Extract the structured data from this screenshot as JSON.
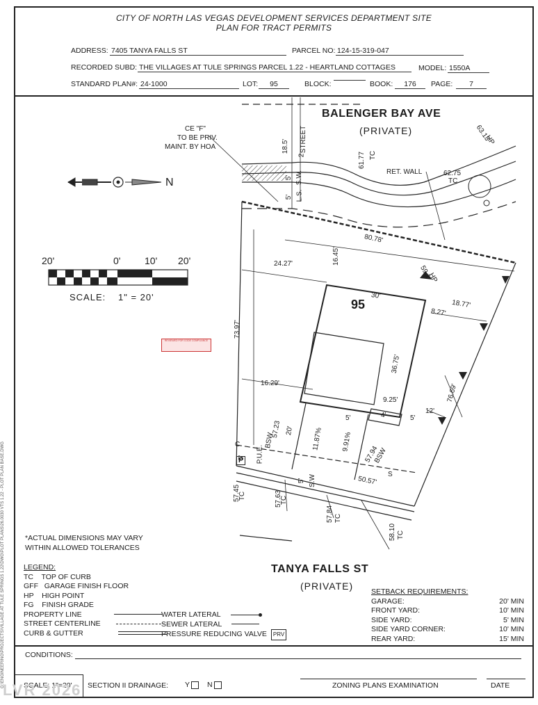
{
  "header": {
    "title_line1": "CITY OF NORTH LAS VEGAS DEVELOPMENT SERVICES DEPARTMENT SITE",
    "title_line2": "PLAN FOR TRACT PERMITS",
    "address_label": "ADDRESS:",
    "address": "7405 TANYA FALLS ST",
    "parcel_label": "PARCEL NO:",
    "parcel": "124-15-319-047",
    "subd_label": "RECORDED SUBD:",
    "subd": "THE VILLAGES AT TULE SPRINGS PARCEL 1.22 - HEARTLAND COTTAGES",
    "model_label": "MODEL:",
    "model": "1550A",
    "plan_label": "STANDARD PLAN#:",
    "plan": "24-1000",
    "lot_label": "LOT:",
    "lot": "95",
    "block_label": "BLOCK:",
    "block": "",
    "book_label": "BOOK:",
    "book": "176",
    "page_label": "PAGE:",
    "page": "7"
  },
  "site": {
    "north_street": "BALENGER BAY AVE",
    "north_private": "(PRIVATE)",
    "south_street": "TANYA FALLS ST",
    "south_private": "(PRIVATE)",
    "lot_number": "95",
    "ce_note_1": "CE \"F\"",
    "ce_note_2": "TO BE PRIV.",
    "ce_note_3": "MAINT. BY HOA",
    "north_letter": "N",
    "ret_wall": "RET. WALL",
    "street_label": "STREET",
    "street_num": "2",
    "sw_label": "S.W.",
    "ls_label": "L.S.",
    "pue_label": "P.U.E.",
    "sw_label2": "S.W",
    "tc": "TC",
    "hp": "HP",
    "bsw": "BSW",
    "p_marker": "P",
    "s_marker": "S",
    "c_marker": "C",
    "dims": {
      "d_18_5": "18.5'",
      "d_5a": "5'",
      "d_5b": "5'",
      "d_61_77": "61.77",
      "d_63_13": "63.13",
      "d_62_75": "62.75",
      "d_80_78": "80.78'",
      "d_16_45": "16.45'",
      "d_24_27": "24.27'",
      "d_59_1": "59.1",
      "d_30": "30'",
      "d_18_77": "18.77'",
      "d_8_27": "8.27'",
      "d_73_97": "73.97'",
      "d_36_75": "36.75'",
      "d_76_69": "76.69'",
      "d_16_29": "16.29'",
      "d_9_25": "9.25'",
      "d_12": "12'",
      "d_5c": "5'",
      "d_4": "4'",
      "d_5d": "5'",
      "d_20": "20'",
      "d_11_87": "11.87%",
      "d_9_91": "9.91%",
      "d_57_23": "57.23",
      "d_57_94": "57.94",
      "d_50_57": "50.57'",
      "d_57_45": "57.45",
      "d_57_63": "57.63",
      "d_57_84": "57.84",
      "d_58_10": "58.10",
      "d_5e": "5'",
      "d_5f": "5'"
    }
  },
  "scale": {
    "t20a": "20'",
    "t0": "0'",
    "t10": "10'",
    "t20b": "20'",
    "label": "SCALE:",
    "value": "1\" = 20'"
  },
  "notes": {
    "line1": "*ACTUAL DIMENSIONS MAY VARY",
    "line2": "WITHIN ALLOWED TOLERANCES"
  },
  "legend": {
    "title": "LEGEND:",
    "tc": "TC    TOP OF CURB",
    "gff": "GFF   GARAGE FINISH FLOOR",
    "hp": "HP    HIGH POINT",
    "fg": "FG    FINISH GRADE",
    "property_line": "PROPERTY LINE",
    "street_centerline": "STREET CENTERLINE",
    "curb_gutter": "CURB & GUTTER",
    "water_lateral": "WATER LATERAL",
    "sewer_lateral": "SEWER LATERAL",
    "prv_label": "PRESSURE REDUCING VALVE",
    "prv_box": "PRV"
  },
  "setbacks": {
    "title": "SETBACK REQUIREMENTS:",
    "rows": [
      {
        "label": "GARAGE:",
        "value": "20' MIN"
      },
      {
        "label": "FRONT YARD:",
        "value": "10' MIN"
      },
      {
        "label": "SIDE YARD:",
        "value": "5' MIN"
      },
      {
        "label": "SIDE YARD CORNER:",
        "value": "10' MIN"
      },
      {
        "label": "REAR YARD:",
        "value": "15' MIN"
      }
    ]
  },
  "footer": {
    "conditions_label": "CONDITIONS:",
    "scale_label": "SCALE: 1\"=20'",
    "drainage_label": "SECTION II DRAINAGE:",
    "y_label": "Y",
    "n_label": "N",
    "zoning_label": "ZONING PLANS EXAMINATION",
    "date_label": "DATE"
  },
  "stamp_text": "REVIEWED FOR CODE COMPLIANCE",
  "sidebar_path": "G:\\ENGINEERING\\PROJECTS\\VILLAGE AT TULE SPRINGS 1.22\\DWG\\PLOT PLANS\\26.0030 VTS 1.22 - PLOT PLAN BASE.DWG",
  "watermark": "LVR 2026"
}
